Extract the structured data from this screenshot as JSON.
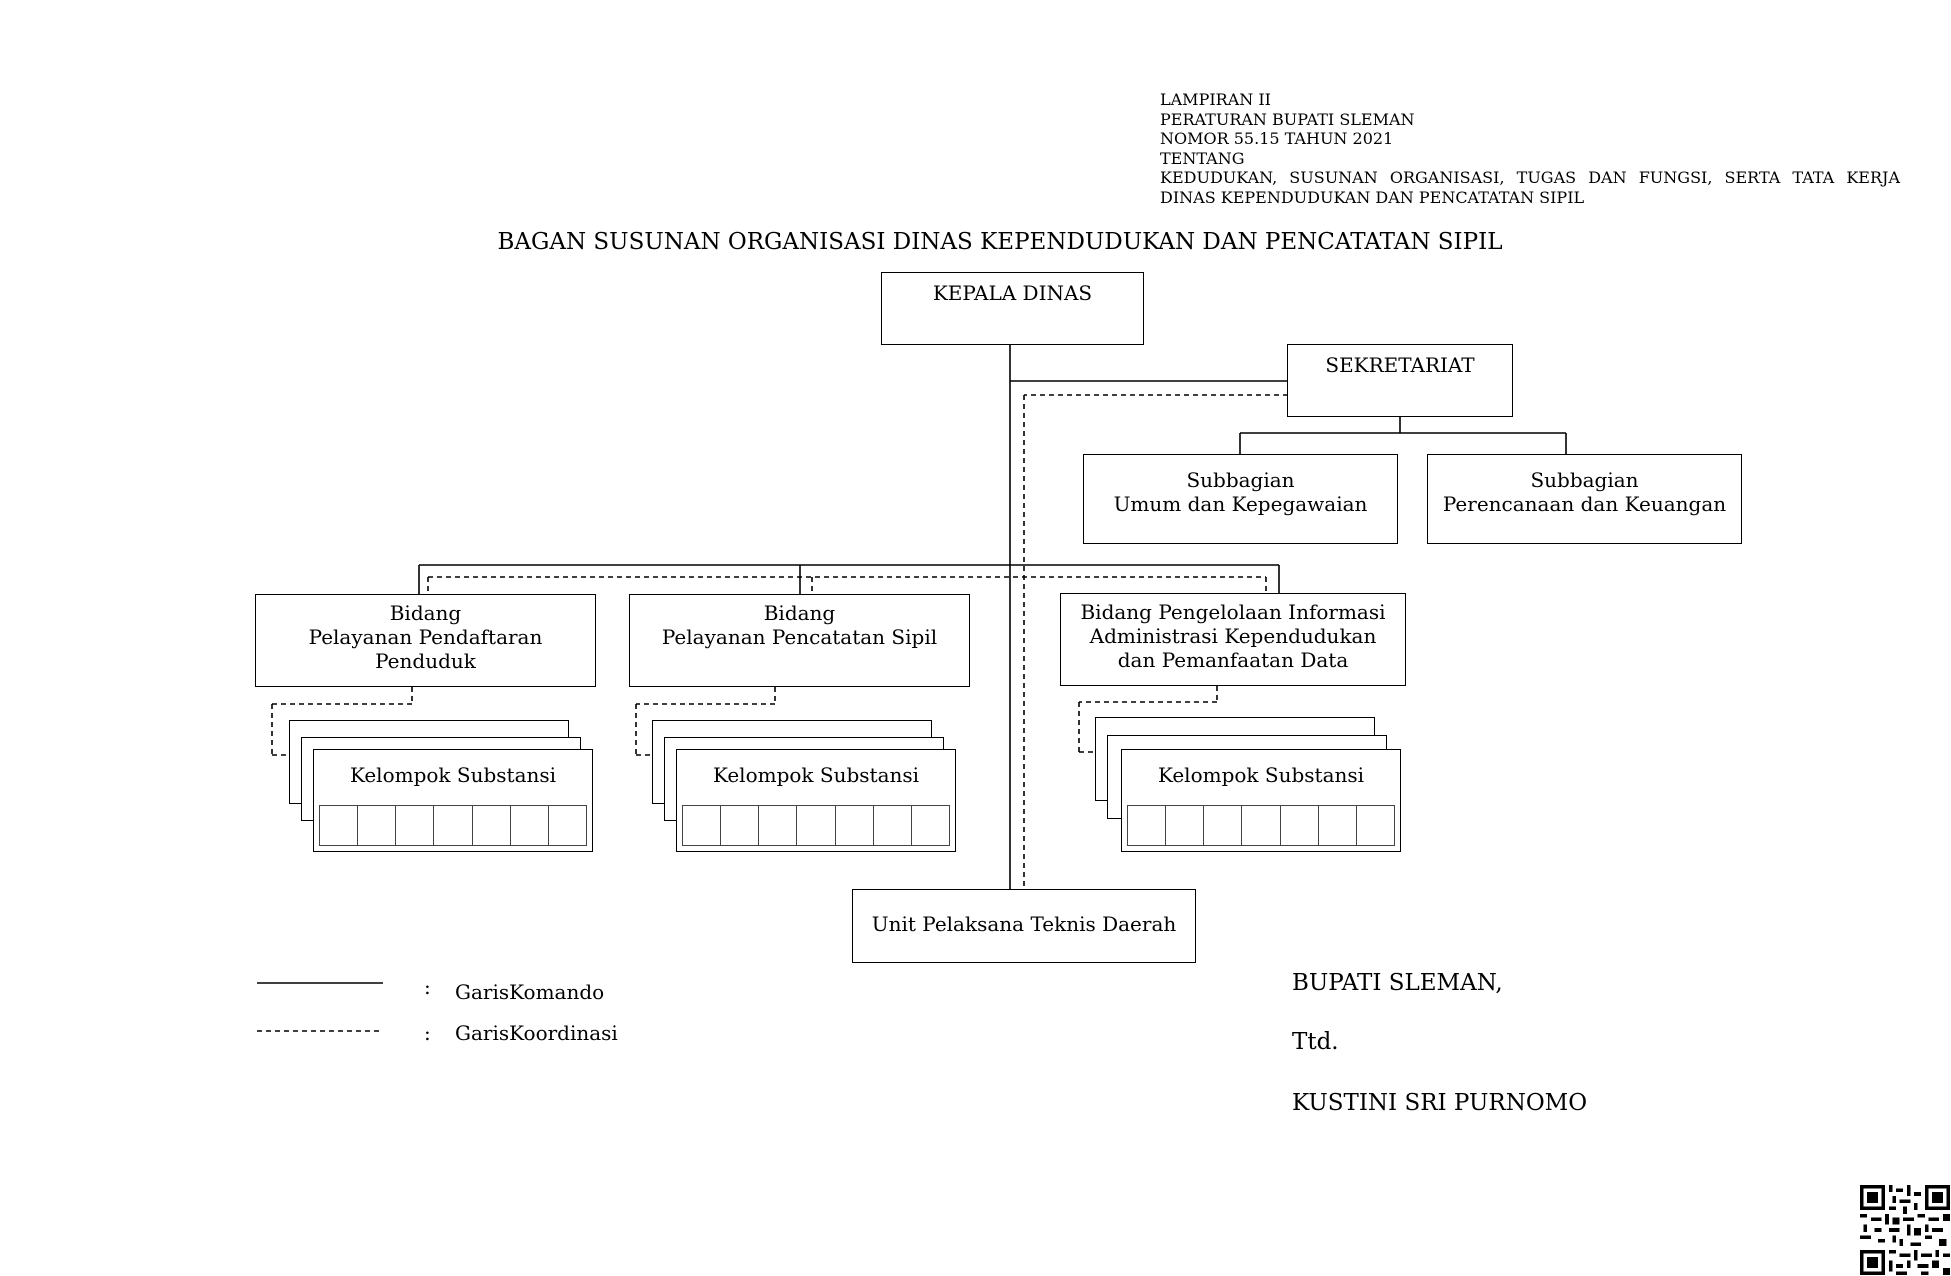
{
  "header": {
    "lines": [
      "LAMPIRAN II",
      "PERATURAN BUPATI SLEMAN",
      "NOMOR 55.15 TAHUN 2021",
      "TENTANG",
      "KEDUDUKAN, SUSUNAN ORGANISASI, TUGAS DAN FUNGSI, SERTA TATA KERJA",
      "DINAS KEPENDUDUKAN DAN PENCATATAN SIPIL"
    ]
  },
  "title": "BAGAN SUSUNAN ORGANISASI DINAS KEPENDUDUKAN DAN PENCATATAN SIPIL",
  "nodes": {
    "kepala": "KEPALA DINAS",
    "sekretariat": "SEKRETARIAT",
    "sub_umum": [
      "Subbagian",
      "Umum dan Kepegawaian"
    ],
    "sub_perencanaan": [
      "Subbagian",
      "Perencanaan dan Keuangan"
    ],
    "bidang1": [
      "Bidang",
      "Pelayanan Pendaftaran",
      "Penduduk"
    ],
    "bidang2": [
      "Bidang",
      "Pelayanan Pencatatan Sipil"
    ],
    "bidang3": [
      "Bidang Pengelolaan Informasi",
      "Administrasi Kependudukan",
      "dan Pemanfaatan Data"
    ],
    "kelompok": "Kelompok Substansi",
    "upt": "Unit Pelaksana Teknis Daerah"
  },
  "legend": {
    "colon": ":",
    "komando": "GarisKomando",
    "koordinasi": "GarisKoordinasi"
  },
  "signature": {
    "office": "BUPATI SLEMAN,",
    "ttd": "Ttd.",
    "name": "KUSTINI SRI PURNOMO"
  }
}
